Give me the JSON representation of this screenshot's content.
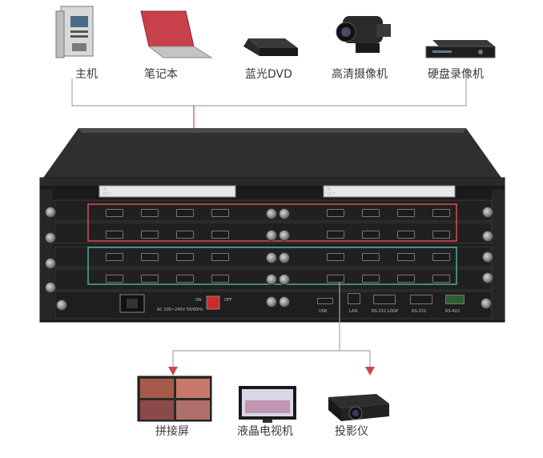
{
  "inputs": [
    {
      "label": "主机",
      "icon": "pc-tower-icon"
    },
    {
      "label": "笔记本",
      "icon": "laptop-icon"
    },
    {
      "label": "蓝光DVD",
      "icon": "bluray-dvd-icon"
    },
    {
      "label": "高清摄像机",
      "icon": "camcorder-icon"
    },
    {
      "label": "硬盘录像机",
      "icon": "dvr-icon"
    }
  ],
  "outputs": [
    {
      "label": "拼接屏",
      "icon": "video-wall-icon"
    },
    {
      "label": "液晶电视机",
      "icon": "lcd-tv-icon"
    },
    {
      "label": "投影仪",
      "icon": "projector-icon"
    }
  ],
  "chassis": {
    "label_in": "IN",
    "label_out": "OUT",
    "power_label": "AC 100~240V 50/60Hz",
    "switch_on": "ON",
    "switch_off": "OFF",
    "port_usb": "USB",
    "port_lan": "LAN",
    "port_rs232_loop": "RS-232 LOOP",
    "port_rs232": "RS-232",
    "port_rs422": "RS-422"
  },
  "colors": {
    "input_group": "#d04a52",
    "output_group": "#4aa898",
    "connector_line": "#9a9a9a",
    "arrow": "#c84a4a"
  }
}
